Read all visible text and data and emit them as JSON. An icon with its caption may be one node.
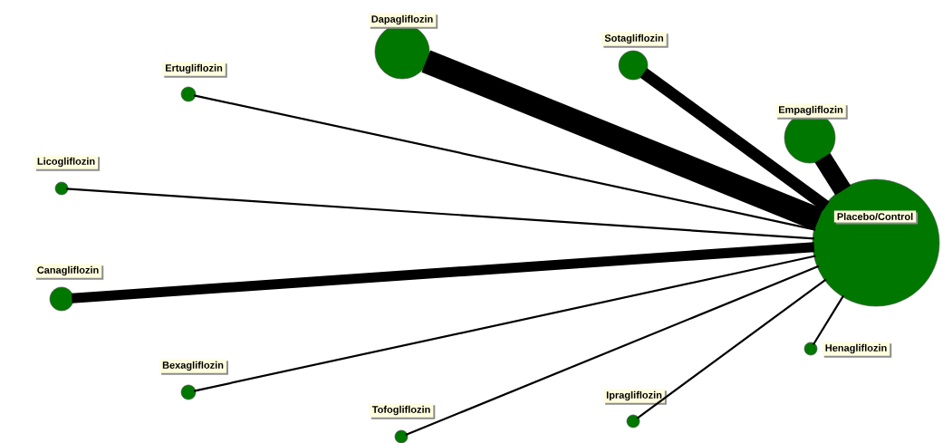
{
  "diagram": {
    "nodes": [
      {
        "text": [
          "Dapagliflozin"
        ]
      },
      {
        "text": [
          "Sotagliflozin"
        ]
      },
      {
        "text": [
          "Ertugliflozin"
        ]
      },
      {
        "text": [
          "Empagliflozin"
        ]
      },
      {
        "text": [
          "Licogliflozin"
        ]
      },
      {
        "text": [
          "Placebo/Control"
        ]
      },
      {
        "text": [
          "Canagliflozin"
        ]
      },
      {
        "text": [
          "Henagliflozin"
        ]
      },
      {
        "text": [
          "Bexagliflozin"
        ]
      },
      {
        "text": [
          "Ipragliflozin"
        ]
      },
      {
        "text": [
          "Tofogliflozin"
        ]
      }
    ],
    "edges": [
      {
        "from": 5,
        "to": 0,
        "arrow": "none",
        "style": "thick"
      },
      {
        "from": 5,
        "to": 1,
        "arrow": "none",
        "style": "thick"
      },
      {
        "from": 5,
        "to": 2,
        "arrow": "none"
      },
      {
        "from": 5,
        "to": 3,
        "arrow": "none",
        "style": "thick"
      },
      {
        "from": 5,
        "to": 4,
        "arrow": "none"
      },
      {
        "from": 5,
        "to": 6,
        "arrow": "none",
        "style": "thick"
      },
      {
        "from": 5,
        "to": 7,
        "arrow": "none"
      },
      {
        "from": 5,
        "to": 8,
        "arrow": "none"
      },
      {
        "from": 5,
        "to": 9,
        "arrow": "none"
      },
      {
        "from": 5,
        "to": 10,
        "arrow": "none"
      }
    ]
  }
}
